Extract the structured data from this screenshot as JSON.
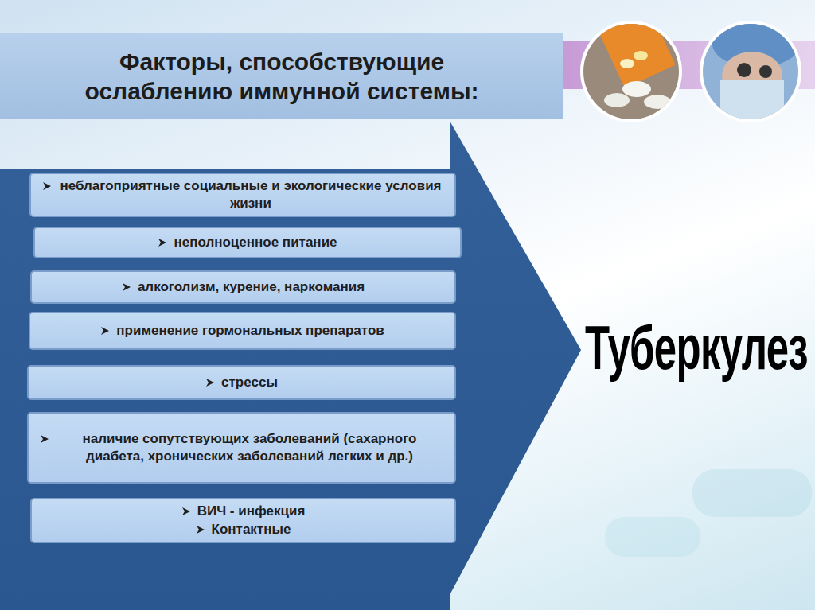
{
  "diagram": {
    "title": "Факторы, способствующие ослаблению иммунной системы:",
    "nodes": [
      {
        "text": [
          "неблагоприятные социальные и экологические условия жизни"
        ]
      },
      {
        "text": [
          "неполноценное питание"
        ]
      },
      {
        "text": [
          "алкоголизм, курение, наркомания"
        ]
      },
      {
        "text": [
          "применение гормональных препаратов"
        ]
      },
      {
        "text": [
          "стрессы"
        ]
      },
      {
        "text": [
          "наличие сопутствующих заболеваний (сахарного диабета, хронических заболеваний легких и др.)"
        ]
      },
      {
        "text": [
          "ВИЧ - инфекция",
          "Контактные"
        ]
      }
    ],
    "labels": [
      "Туберкулез"
    ]
  }
}
